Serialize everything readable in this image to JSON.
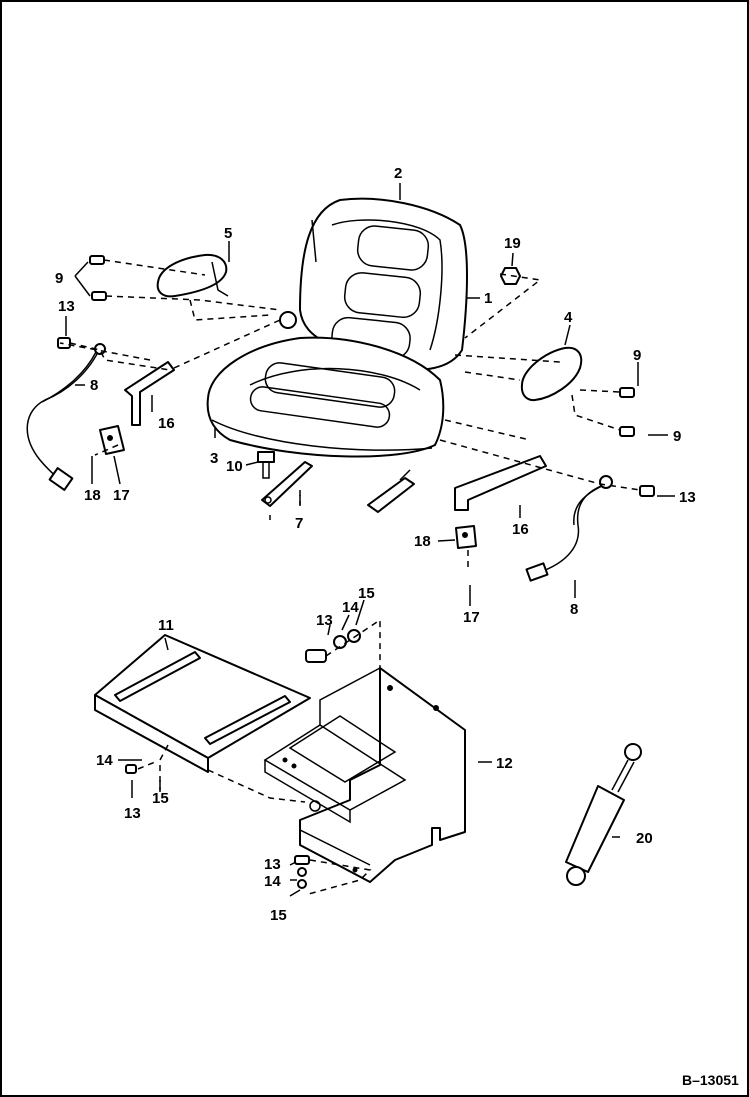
{
  "diagram": {
    "reference_code": "B–13051",
    "callouts": {
      "c1": "1",
      "c2": "2",
      "c3": "3",
      "c4": "4",
      "c5": "5",
      "c7": "7",
      "c8a": "8",
      "c8b": "8",
      "c9a": "9",
      "c9b": "9",
      "c9c": "9",
      "c10": "10",
      "c11": "11",
      "c12": "12",
      "c13a": "13",
      "c13b": "13",
      "c13c": "13",
      "c13d": "13",
      "c13e": "13",
      "c14a": "14",
      "c14b": "14",
      "c14c": "14",
      "c15a": "15",
      "c15b": "15",
      "c15c": "15",
      "c16a": "16",
      "c16b": "16",
      "c17a": "17",
      "c17b": "17",
      "c18a": "18",
      "c18b": "18",
      "c19": "19",
      "c20": "20"
    }
  }
}
